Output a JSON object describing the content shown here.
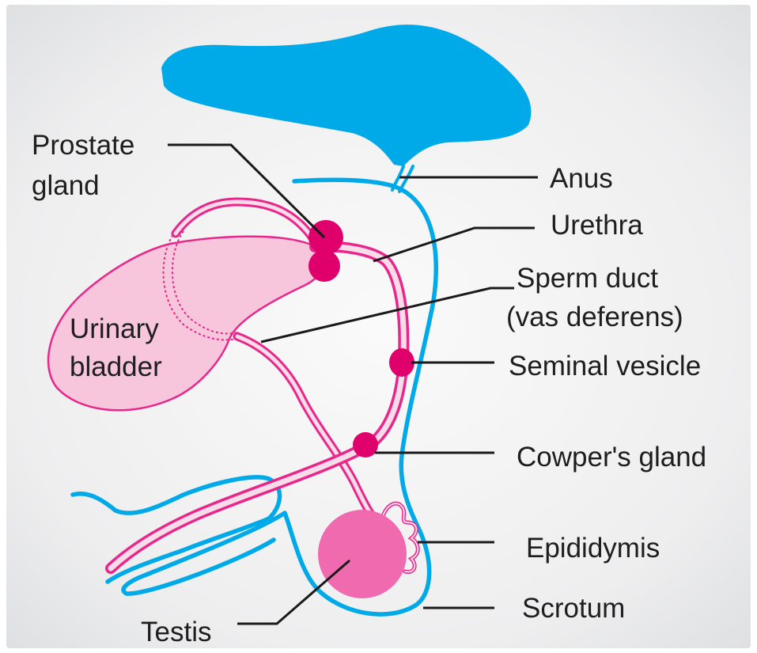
{
  "labels": {
    "prostate_line1": "Prostate",
    "prostate_line2": "gland",
    "anus": "Anus",
    "urethra": "Urethra",
    "sperm_duct_line1": "Sperm duct",
    "sperm_duct_line2": "(vas deferens)",
    "bladder_line1": "Urinary",
    "bladder_line2": "bladder",
    "seminal_vesicle": "Seminal vesicle",
    "cowpers_gland": "Cowper's gland",
    "epididymis": "Epididymis",
    "scrotum": "Scrotum",
    "testis": "Testis"
  },
  "colors": {
    "blue": "#00a9e8",
    "pink": "#e8278b",
    "pink_light": "#f06ab0",
    "pink_fill": "#f7c6dd",
    "magenta": "#e0006c",
    "line": "#1a1a1a",
    "background": "#e9e9ea"
  }
}
